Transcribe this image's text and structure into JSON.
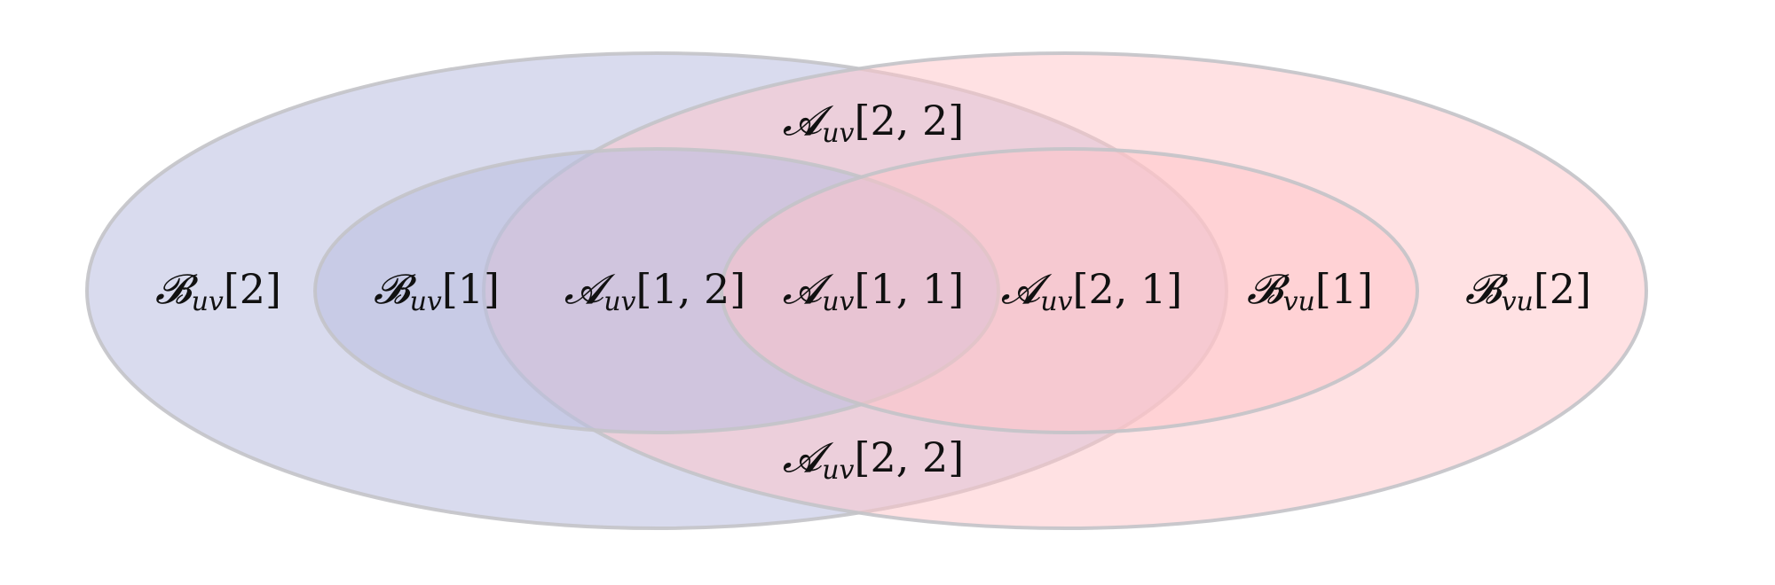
{
  "diagram": {
    "colors": {
      "blue_fill": "#b9bde0",
      "red_fill": "#ffc4c8",
      "stroke": "#c3c3c8"
    },
    "ellipses": [
      {
        "name": "B_uv[2]",
        "group": "uv",
        "level": 2
      },
      {
        "name": "B_vu[2]",
        "group": "vu",
        "level": 2
      },
      {
        "name": "B_uv[1]",
        "group": "uv",
        "level": 1
      },
      {
        "name": "B_vu[1]",
        "group": "vu",
        "level": 1
      }
    ],
    "labels": [
      {
        "letter": "𝓑",
        "sub": "uv",
        "idx": "[2]"
      },
      {
        "letter": "𝓑",
        "sub": "uv",
        "idx": "[1]"
      },
      {
        "letter": "𝓐",
        "sub": "uv",
        "idx": "[1, 2]"
      },
      {
        "letter": "𝓐",
        "sub": "uv",
        "idx": "[1, 1]"
      },
      {
        "letter": "𝓐",
        "sub": "uv",
        "idx": "[2, 1]"
      },
      {
        "letter": "𝓑",
        "sub": "vu",
        "idx": "[1]"
      },
      {
        "letter": "𝓑",
        "sub": "vu",
        "idx": "[2]"
      },
      {
        "letter": "𝓐",
        "sub": "uv",
        "idx": "[2, 2]"
      },
      {
        "letter": "𝓐",
        "sub": "uv",
        "idx": "[2, 2]"
      }
    ]
  }
}
